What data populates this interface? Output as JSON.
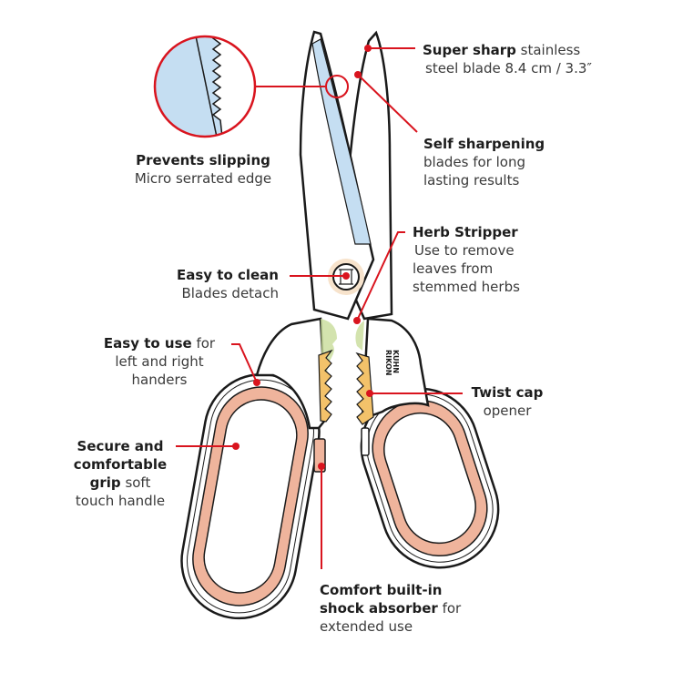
{
  "brand_logo": {
    "line1": "KUHN",
    "line2": "RIKON"
  },
  "colors": {
    "accent": "#d9141e",
    "blade": "#c5def2",
    "grip": "#efb49c",
    "teeth": "#f3c26a",
    "stripper": "#c8dc9a",
    "pivot": "#f7e3cc",
    "outline": "#1a1a1a"
  },
  "callouts": {
    "super_sharp": {
      "bold": "Super sharp",
      "rest": " stainless",
      "line2": "steel blade 8.4 cm / 3.3″"
    },
    "self_sharpening": {
      "bold": "Self sharpening",
      "line2": "blades for long",
      "line3": "lasting results"
    },
    "prevents_slipping": {
      "bold": "Prevents slipping",
      "line2": "Micro serrated edge"
    },
    "herb_stripper": {
      "bold": "Herb Stripper",
      "line2": "Use to remove",
      "line3": "leaves from",
      "line4": "stemmed herbs"
    },
    "easy_to_clean": {
      "bold": "Easy to clean",
      "line2": "Blades detach"
    },
    "easy_to_use": {
      "bold": "Easy to use",
      "rest": " for",
      "line2": "left and right",
      "line3": "handers"
    },
    "twist_cap": {
      "bold": "Twist cap",
      "line2": "opener"
    },
    "secure_grip": {
      "bold1": "Secure and",
      "bold2": "comfortable",
      "bold3": "grip",
      "rest": " soft",
      "line4": "touch handle"
    },
    "comfort": {
      "bold1": "Comfort built-in",
      "bold2": "shock absorber",
      "rest": " for",
      "line3": "extended use"
    }
  }
}
